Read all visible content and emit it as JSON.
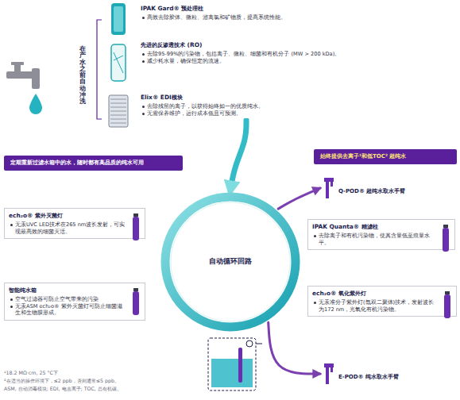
{
  "diagram": {
    "nodes": [
      {
        "text": [
          "IPAK Gard® 预处理柱",
          "高效去除胶体、微粒、游离氯和矿物质，提高系统性能。"
        ]
      },
      {
        "text": [
          "先进的反渗透技术 (RO)",
          "去除95-99%的污染物，包括离子、微粒、细菌和有机分子 (MW > 200 kDa)。",
          "减少耗水量，确保恒定的流速。"
        ]
      },
      {
        "text": [
          "Elix® EDI模块",
          "去除残留的离子，以获得始终如一的优质纯水。",
          "无需保养维护，运行成本低且可预测。"
        ]
      },
      {
        "text": [
          "定期重新过滤水箱中的水，随时都有高品质的纯水可用"
        ]
      },
      {
        "text": [
          "始终提供去离子¹和低TOC² 超纯水"
        ]
      },
      {
        "text": [
          "Q-POD® 超纯水取水手臂"
        ]
      },
      {
        "text": [
          "ech₂o® 紫外灭菌灯",
          "无汞UVC LED技术在265 nm波长发射，可实现最高效的细菌灭活。"
        ]
      },
      {
        "text": [
          "IPAK Quanta® 精滤柱",
          "去除离子和有机污染物，使其含量低至痕量水平。"
        ]
      },
      {
        "text": [
          "自动循环回路"
        ]
      },
      {
        "text": [
          "智能纯水箱",
          "空气过滤器可防止空气带来的污染",
          "无汞ASM ech₂o® 紫外灭菌灯可防止细菌滋生和生物膜形成。"
        ]
      },
      {
        "text": [
          "ech₂o® 氧化紫外灯",
          "无汞准分子紫外灯(氙双二聚体)技术，发射波长为172 nm，光氧化有机污染物。"
        ]
      },
      {
        "text": [
          "E-POD® 纯水取水手臂"
        ]
      }
    ],
    "edges": [
      {
        "from": 2,
        "to": 8,
        "arrow": "to"
      },
      {
        "from": 8,
        "to": 5,
        "arrow": "to"
      },
      {
        "from": 8,
        "to": 11,
        "arrow": "to"
      }
    ],
    "labels": [
      "在产水之前自动冲洗",
      "¹18.2 MΩ·cm, 25 °C下",
      "²在适当的操作环境下，≤2 ppb，否则通常≤5 ppb。",
      "ASM, 自动消毒模块; EDI, 电去离子; TOC, 总有机碳。"
    ]
  }
}
